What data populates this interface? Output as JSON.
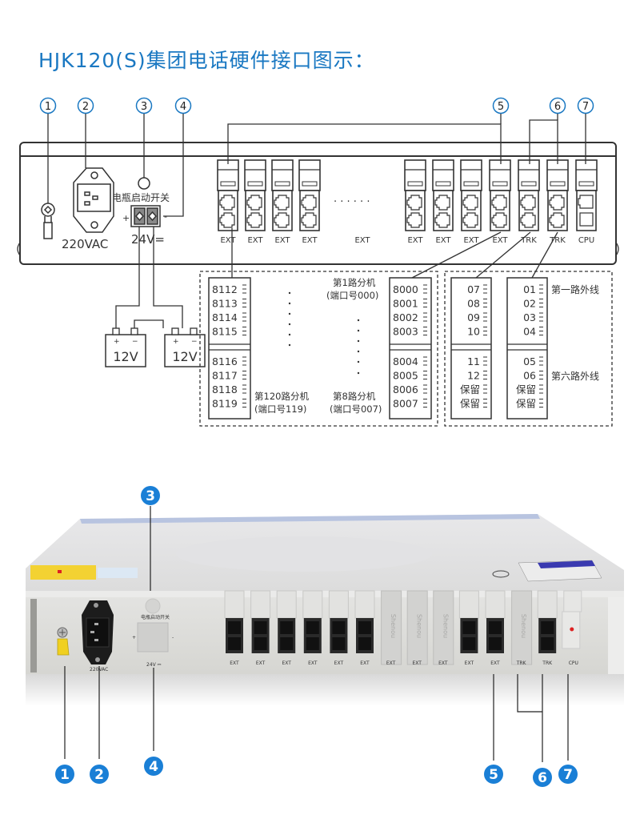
{
  "title": "HJK120(S)集团电话硬件接口图示：",
  "colors": {
    "title": "#1a78c2",
    "badge": "#1a7fd6",
    "line": "#333333"
  },
  "callouts": [
    "1",
    "2",
    "3",
    "4",
    "5",
    "6",
    "7"
  ],
  "diagram": {
    "ac_label": "220VAC",
    "switch_label": "电瓶启动开关",
    "dc_label": "24V=",
    "plus": "+",
    "minus": "-",
    "dots": "· · · · · ·",
    "slot_labels": [
      "EXT",
      "EXT",
      "EXT",
      "EXT",
      "EXT",
      "EXT",
      "EXT",
      "EXT",
      "EXT",
      "TRK",
      "TRK",
      "CPU"
    ],
    "batteries": [
      {
        "label": "12V",
        "pos": "+",
        "neg": "−"
      },
      {
        "label": "12V",
        "pos": "+",
        "neg": "−"
      }
    ],
    "block_120": {
      "top": [
        "8112",
        "8113",
        "8114",
        "8115"
      ],
      "bottom": [
        "8116",
        "8117",
        "8118",
        "8119"
      ],
      "caption1": "第120路分机",
      "caption2": "(端口号119)"
    },
    "block_8": {
      "top": [
        "8000",
        "8001",
        "8002",
        "8003"
      ],
      "bottom": [
        "8004",
        "8005",
        "8006",
        "8007"
      ],
      "first_caption1": "第1路分机",
      "first_caption2": "(端口号000)",
      "caption1": "第8路分机",
      "caption2": "(端口号007)"
    },
    "trk_block_a": {
      "top": [
        "07",
        "08",
        "09",
        "10"
      ],
      "bottom": [
        "11",
        "12",
        "保留",
        "保留"
      ]
    },
    "trk_block_b": {
      "top": [
        "01",
        "02",
        "03",
        "04"
      ],
      "bottom": [
        "05",
        "06",
        "保留",
        "保留"
      ],
      "first_line": "第一路外线",
      "sixth_line": "第六路外线"
    }
  },
  "photo": {
    "ac_label": "220VAC",
    "switch_label": "电瓶启动开关",
    "dc_label": "24V ⎓",
    "plus": "+",
    "minus": "-",
    "module_text": "Shenou",
    "slots": [
      {
        "label": "EXT",
        "type": "ports"
      },
      {
        "label": "EXT",
        "type": "ports"
      },
      {
        "label": "EXT",
        "type": "ports"
      },
      {
        "label": "EXT",
        "type": "ports"
      },
      {
        "label": "EXT",
        "type": "ports"
      },
      {
        "label": "EXT",
        "type": "ports"
      },
      {
        "label": "EXT",
        "type": "blank"
      },
      {
        "label": "EXT",
        "type": "blank"
      },
      {
        "label": "EXT",
        "type": "blank"
      },
      {
        "label": "EXT",
        "type": "ports"
      },
      {
        "label": "EXT",
        "type": "ports"
      },
      {
        "label": "TRK",
        "type": "blank"
      },
      {
        "label": "TRK",
        "type": "ports"
      },
      {
        "label": "CPU",
        "type": "cpu"
      }
    ]
  }
}
